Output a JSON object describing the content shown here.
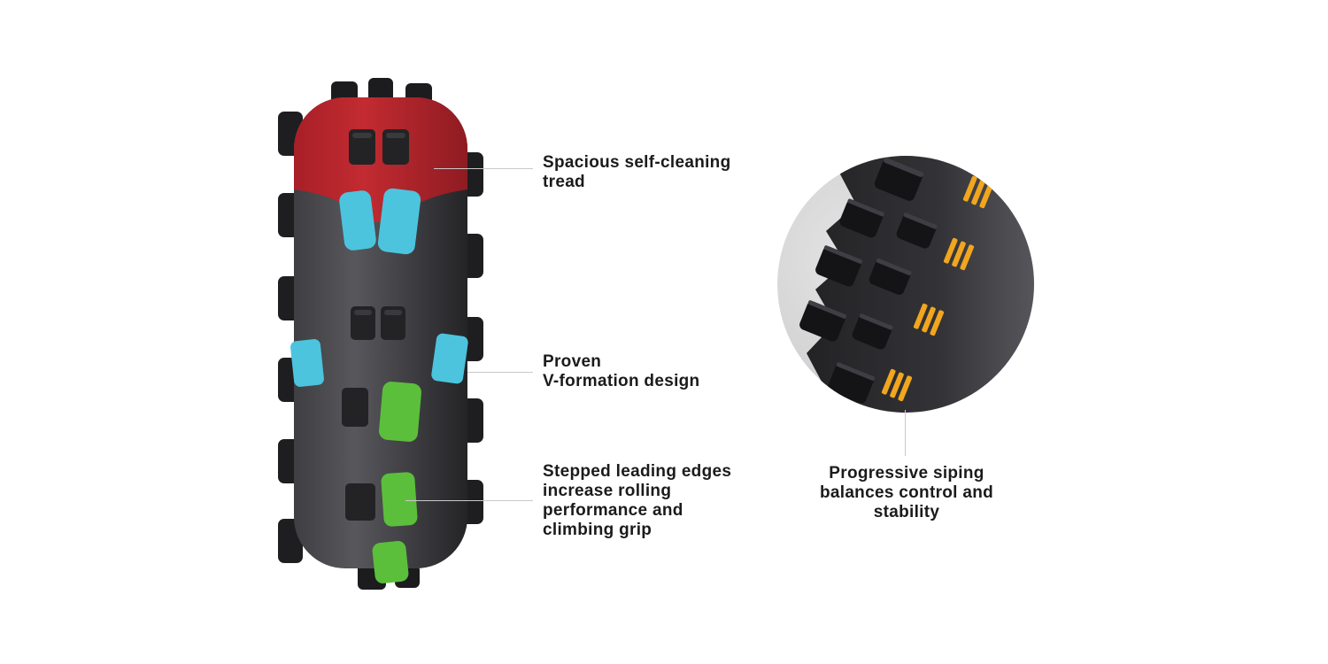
{
  "page": {
    "title": "Tire tread feature diagram",
    "background": "#ffffff"
  },
  "colors": {
    "red": "#b6252c",
    "cyan": "#4cc4de",
    "green": "#5bbf3b",
    "yellow": "#f1a61e",
    "tire_dark": "#2c2c2f",
    "knob_black": "#1c1c1e",
    "leader_line": "#c9c9c9",
    "text": "#1b1b1b"
  },
  "annotations": [
    {
      "id": "self-cleaning-tread",
      "text": "Spacious self-cleaning\ntread"
    },
    {
      "id": "v-formation",
      "text": "Proven\nV-formation design"
    },
    {
      "id": "stepped-edges",
      "text": "Stepped leading edges\nincrease rolling\nperformance and\nclimbing grip"
    },
    {
      "id": "progressive-siping",
      "text": "Progressive siping\nbalances control and\nstability"
    }
  ]
}
